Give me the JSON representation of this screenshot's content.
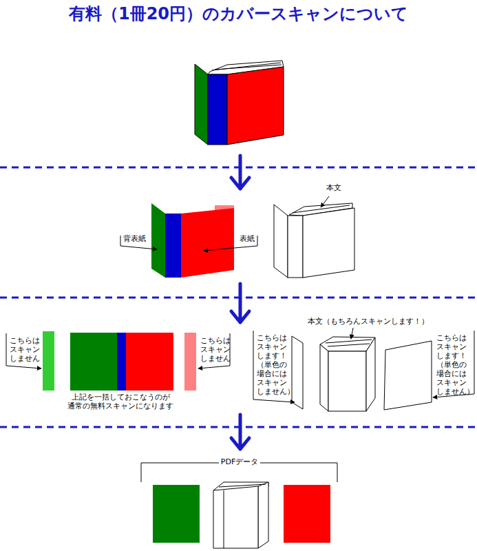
{
  "diagram": {
    "title": "有料（1冊20円）のカバースキャンについて",
    "labels": [
      "背表紙",
      "表紙",
      "本文",
      "こちらは スキャン しません",
      "こちらは スキャン しません",
      "上記を一括しておこなうのが 通常の無料スキャンになります",
      "本文（もちろんスキャンします！）",
      "こちらは スキャン します！ （単色の 場合には スキャン しません）",
      "こちらは スキャン します！ （単色の 場合には スキャン しません）",
      "PDFデータ"
    ]
  }
}
